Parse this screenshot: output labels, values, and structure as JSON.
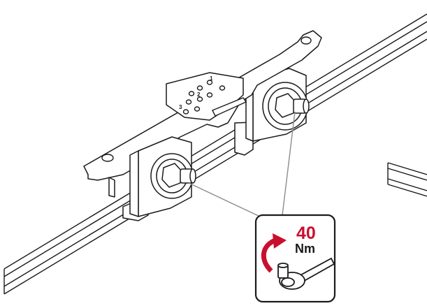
{
  "diagram": {
    "torque_value": "40",
    "torque_unit": "Nm",
    "hole_marks": [
      "1",
      "2",
      "3"
    ],
    "accent_color": "#c8102e",
    "line_color": "#1a1a1a",
    "leader_color": "#8c8c8c",
    "icons": {
      "rotation": "clockwise-arrow-icon",
      "tool": "wrench-icon"
    }
  }
}
